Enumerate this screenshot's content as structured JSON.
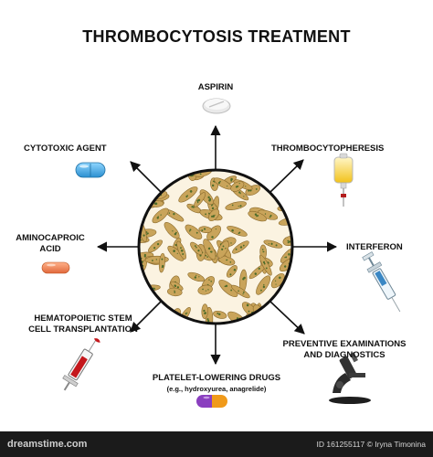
{
  "title": "THROMBOCYTOSIS TREATMENT",
  "labels": {
    "aspirin": "ASPIRIN",
    "cytotoxic": "CYTOTOXIC AGENT",
    "thrombocytopheresis": "THROMBOCYTOPHERESIS",
    "aminocaproic_1": "AMINOCAPROIC",
    "aminocaproic_2": "ACID",
    "interferon": "INTERFERON",
    "hsct_1": "HEMATOPOIETIC STEM",
    "hsct_2": "CELL TRANSPLANTATION",
    "preventive_1": "PREVENTIVE EXAMINATIONS",
    "preventive_2": "AND DIAGNOSTICS",
    "platelet_1": "PLATELET-LOWERING DRUGS",
    "platelet_2": "(e.g., hydroxyurea, anagrelide)"
  },
  "footer": {
    "logo": "dreamstime.com",
    "meta": "ID 161255117 © Iryna Timonina"
  },
  "colors": {
    "arrow": "#111111",
    "platelet_fill": "#c9a45a",
    "platelet_spot": "#4d6b2a",
    "footer_bg": "#1b1b1b"
  }
}
